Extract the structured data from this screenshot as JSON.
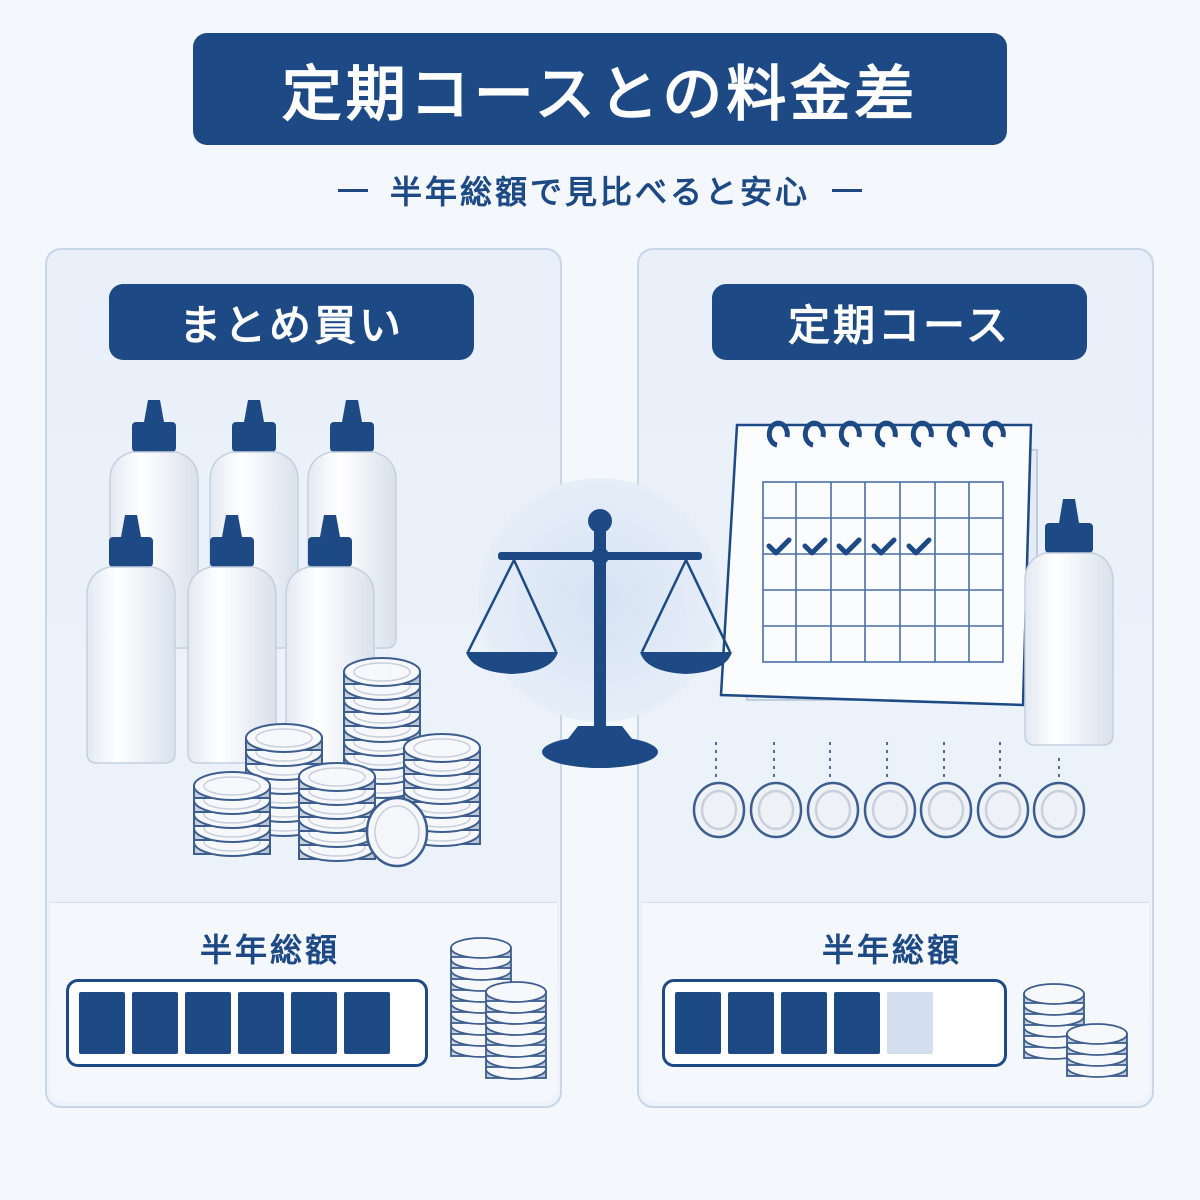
{
  "title": "定期コースとの料金差",
  "subtitle": "半年総額で見比べると安心",
  "left_panel": {
    "label": "まとめ買い",
    "summary_label": "半年総額",
    "bar_filled_segments": 6,
    "bar_total_segments": 6
  },
  "right_panel": {
    "label": "定期コース",
    "summary_label": "半年総額",
    "bar_filled_segments": 4,
    "bar_light_segments": 1
  },
  "colors": {
    "navy": "#1d4a85",
    "panel_bg": "#e9f0f9",
    "light_segment": "#d3dfee"
  },
  "icons": [
    "bottle-icon",
    "coin-stack-icon",
    "scale-icon",
    "calendar-icon",
    "checkmark-icon",
    "coin-icon"
  ]
}
